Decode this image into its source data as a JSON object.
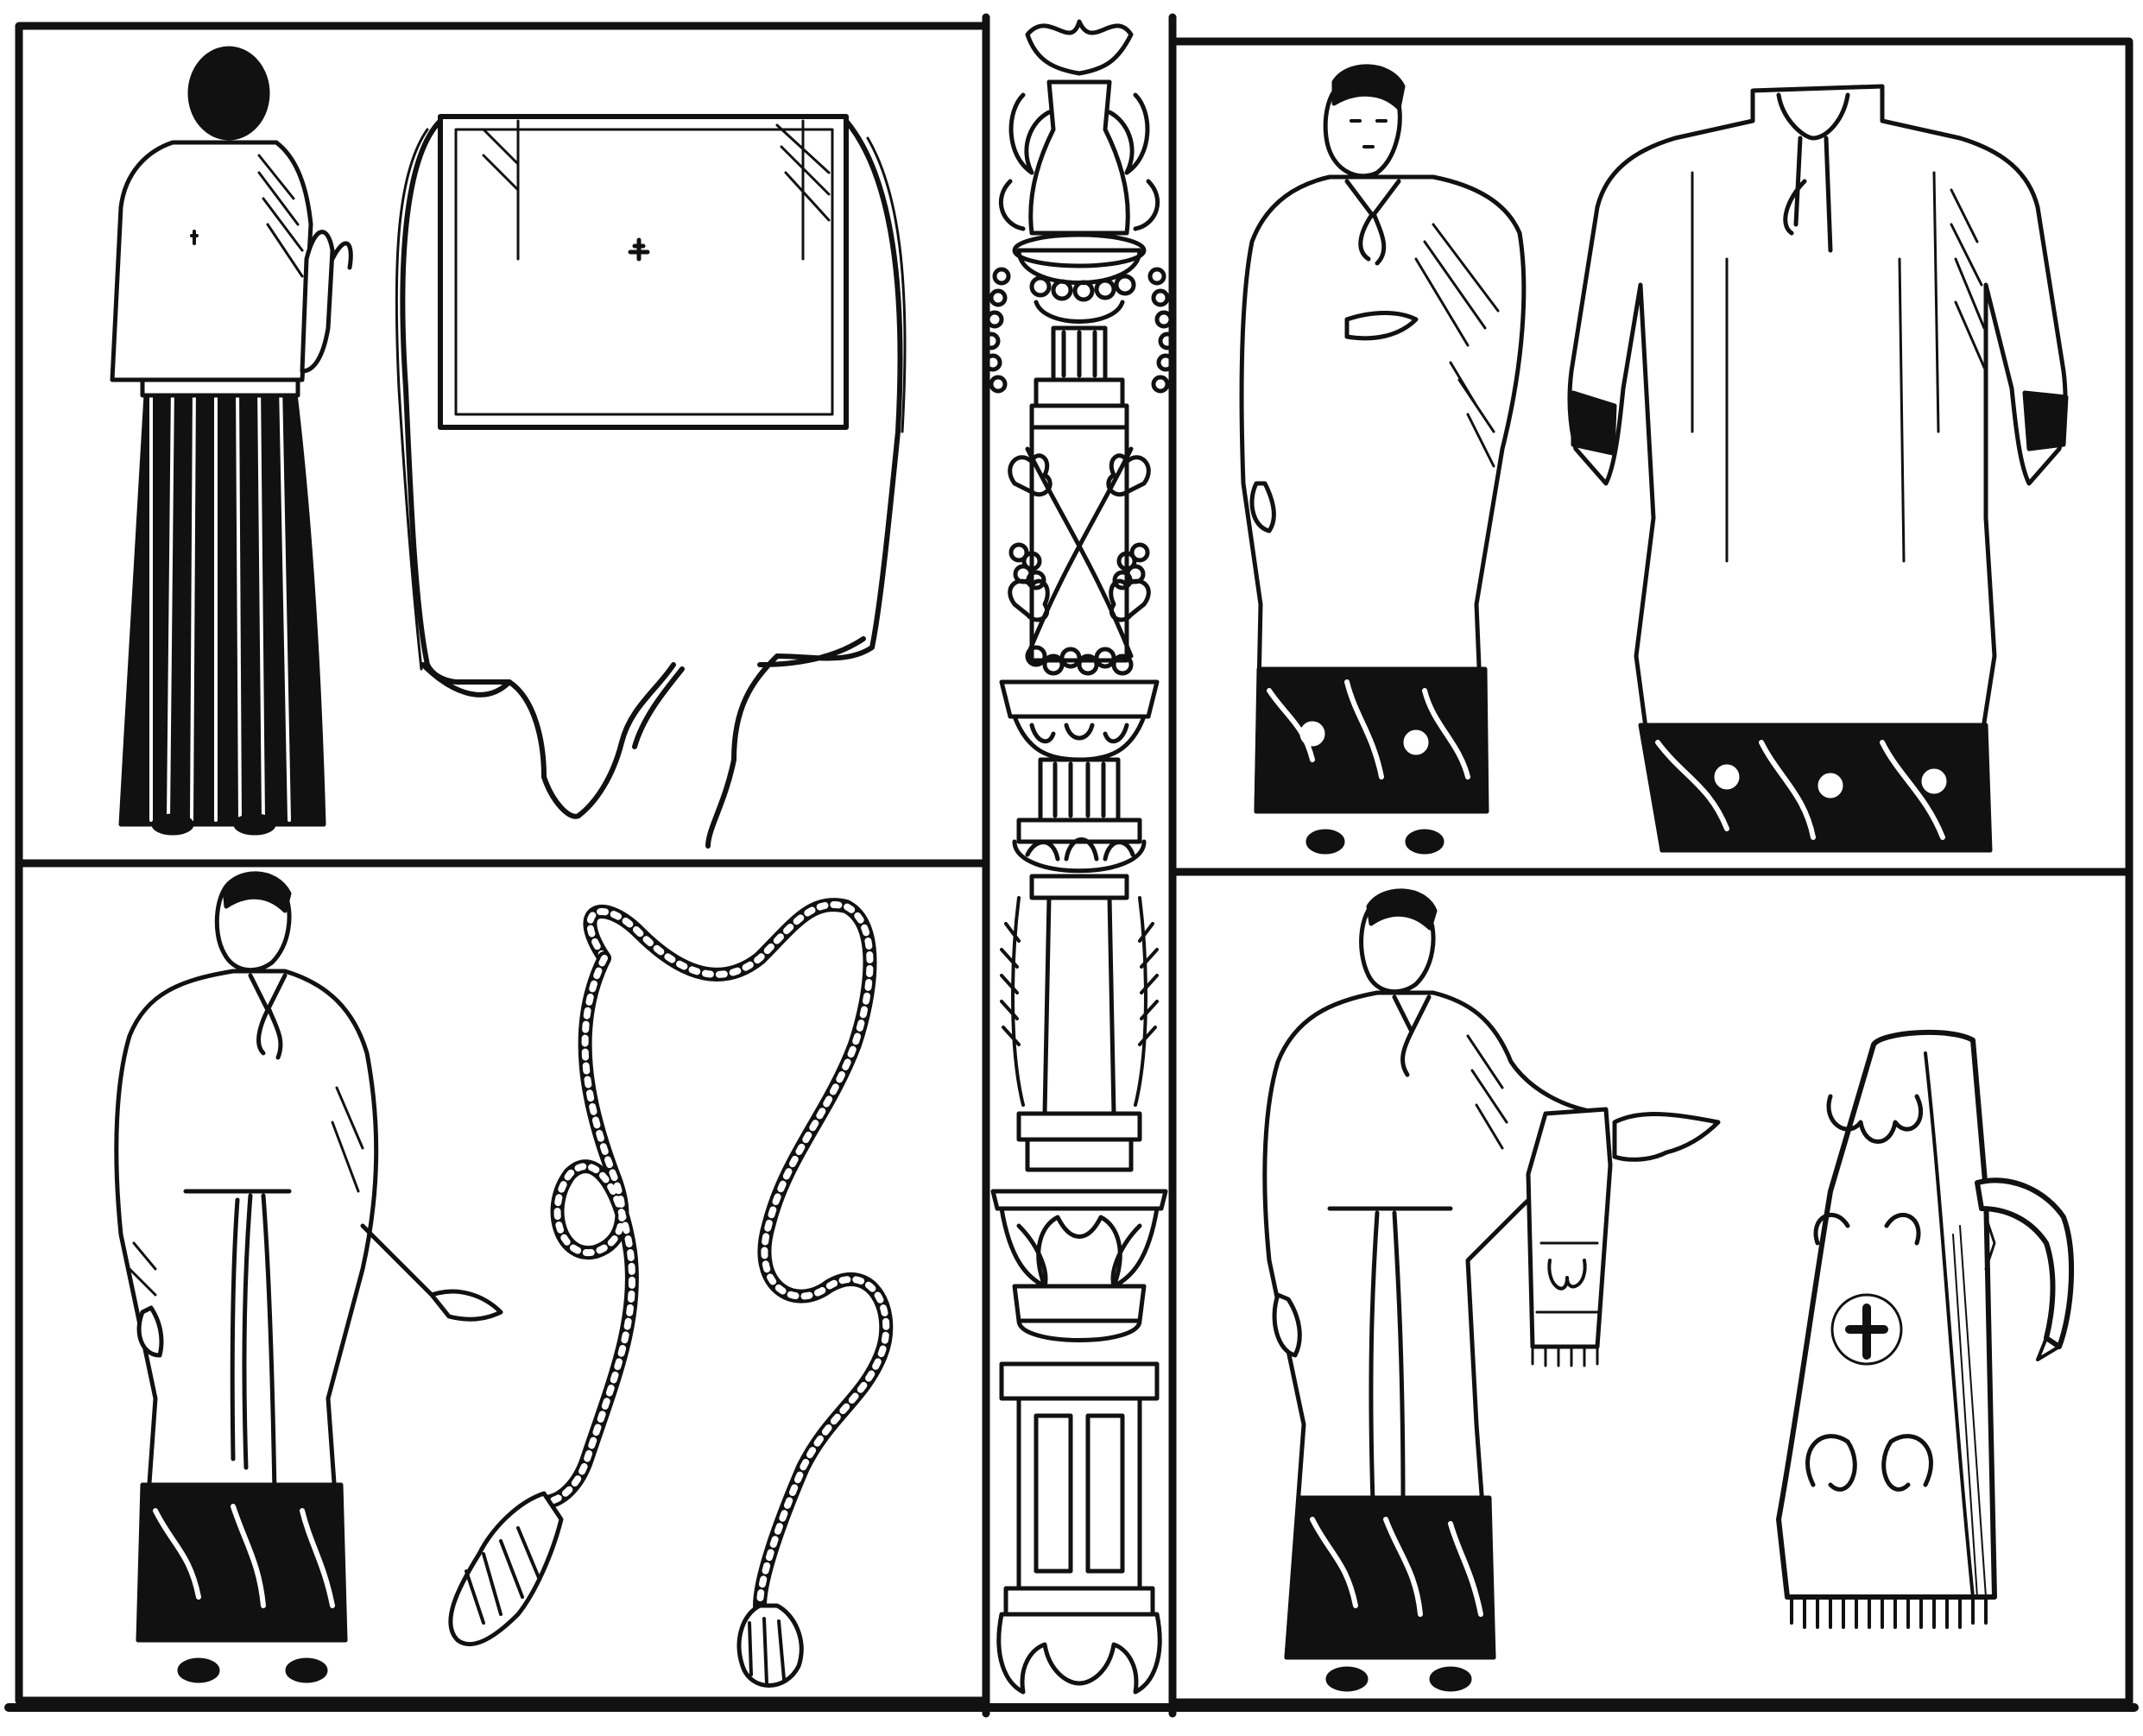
{
  "plate": {
    "colors": {
      "paper": "#ffffff",
      "ink": "#111111"
    },
    "panels": [
      {
        "id": "amice",
        "figure": "amice-worn-back-view",
        "object": "amice-cloth-with-strings",
        "objects_mark": "cross"
      },
      {
        "id": "alb",
        "figure": "alb-worn-front-view",
        "object": "alb-garment-laid-out"
      },
      {
        "id": "cincture",
        "figure": "alb-with-cincture-worn",
        "object": "cincture-cord-with-tassels"
      },
      {
        "id": "maniple",
        "figure": "figure-wearing-maniple-on-arm",
        "object": "maniple-with-cross-and-fringe"
      }
    ],
    "border": {
      "ornament": "candelabrum-column",
      "motifs": [
        "urn",
        "beads",
        "vine-and-grapes",
        "wheat-ears",
        "acanthus-leaves"
      ]
    }
  }
}
